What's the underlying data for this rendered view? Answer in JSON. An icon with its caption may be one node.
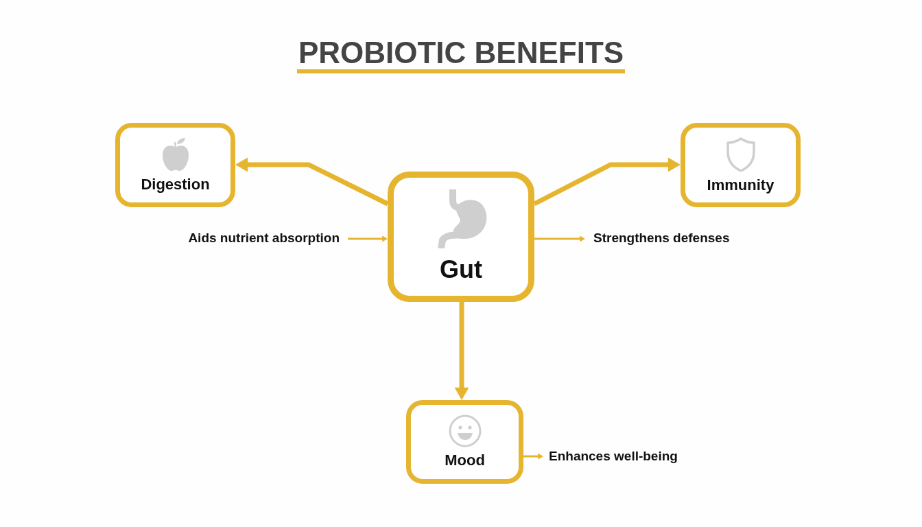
{
  "diagram": {
    "title": "PROBIOTIC BENEFITS",
    "nodes": [
      {
        "text": [
          "Digestion"
        ]
      },
      {
        "text": [
          "Gut"
        ]
      },
      {
        "text": [
          "Immunity"
        ]
      },
      {
        "text": [
          "Aids nutrient absorption"
        ]
      },
      {
        "text": [
          "Strengthens defenses"
        ]
      },
      {
        "text": [
          "Mood"
        ]
      },
      {
        "text": [
          "Enhances well-being"
        ]
      }
    ],
    "edges": [
      {
        "from": 1,
        "to": 0,
        "arrow": "to",
        "style": "thick"
      },
      {
        "from": 1,
        "to": 2,
        "arrow": "to",
        "style": "thick"
      },
      {
        "from": 3,
        "to": 1,
        "arrow": "to"
      },
      {
        "from": 1,
        "to": 4,
        "arrow": "to"
      },
      {
        "from": 1,
        "to": 5,
        "arrow": "to",
        "style": "thick"
      },
      {
        "from": 5,
        "to": 6,
        "arrow": "to"
      }
    ]
  }
}
